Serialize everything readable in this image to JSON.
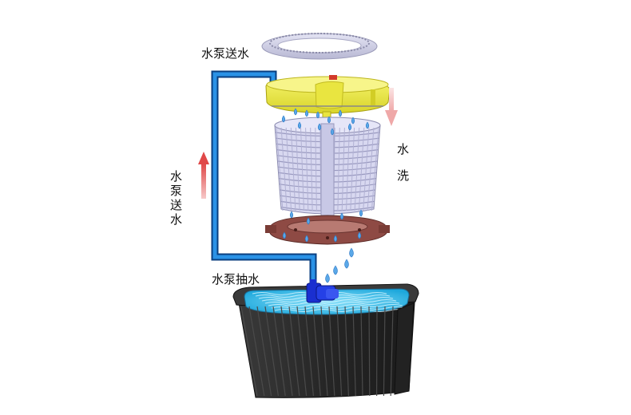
{
  "labels": {
    "pump_send_top": "水泵送水",
    "pump_send_side": "水泵送水",
    "pump_draw": "水泵抽水",
    "wash_char_1": "水",
    "wash_char_2": "洗"
  },
  "colors": {
    "pipe": "#1d7fd6",
    "pipe_edge": "#0a3f80",
    "ring": "#d6d6ea",
    "tray": "#f0ee4a",
    "tray_dark": "#b8b218",
    "basket": "#d2d2ee",
    "base_ring": "#8a4a42",
    "pump": "#1a2fd0",
    "tank": "#2f2f2f",
    "water": "#3ec3ee",
    "arrow_up": "#e05050",
    "arrow_down": "#f0b8b8",
    "drop": "#5aa8e8"
  }
}
